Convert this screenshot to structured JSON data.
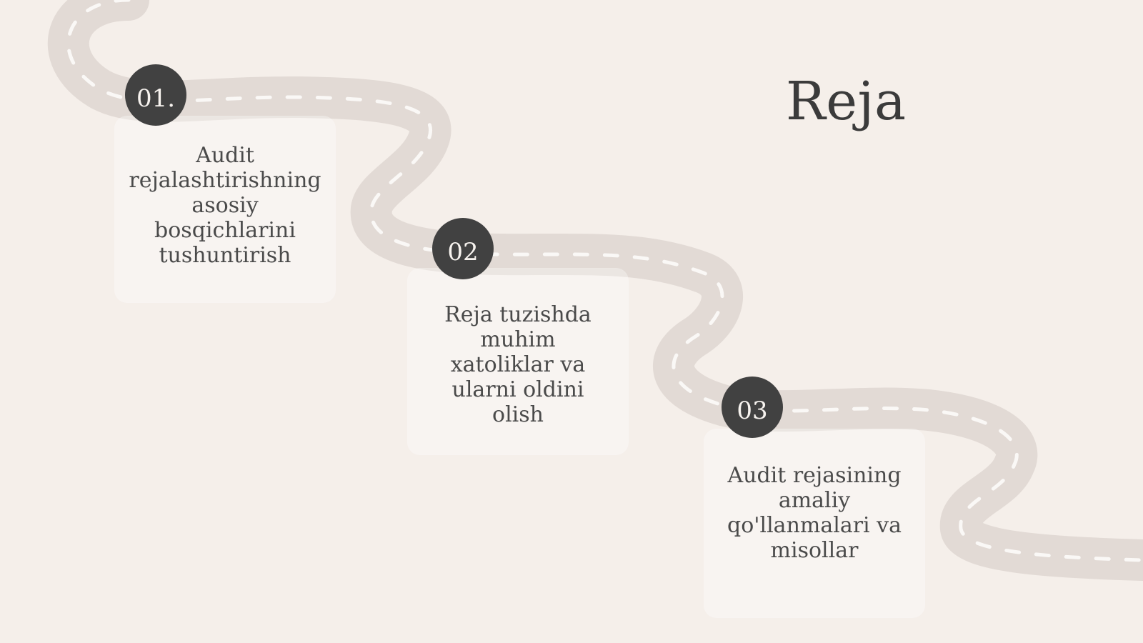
{
  "title": "Reja",
  "steps": [
    {
      "number": "01.",
      "text": "Audit\nrejalashtirishning\nasosiy\nbosqichlarini\ntushuntirish"
    },
    {
      "number": "02",
      "text": "Reja tuzishda\nmuhim\nxatoliklar va\nularni oldini\nolish"
    },
    {
      "number": "03",
      "text": "Audit rejasining\namaliy\nqo'llanmalari va\nmisollar"
    }
  ]
}
